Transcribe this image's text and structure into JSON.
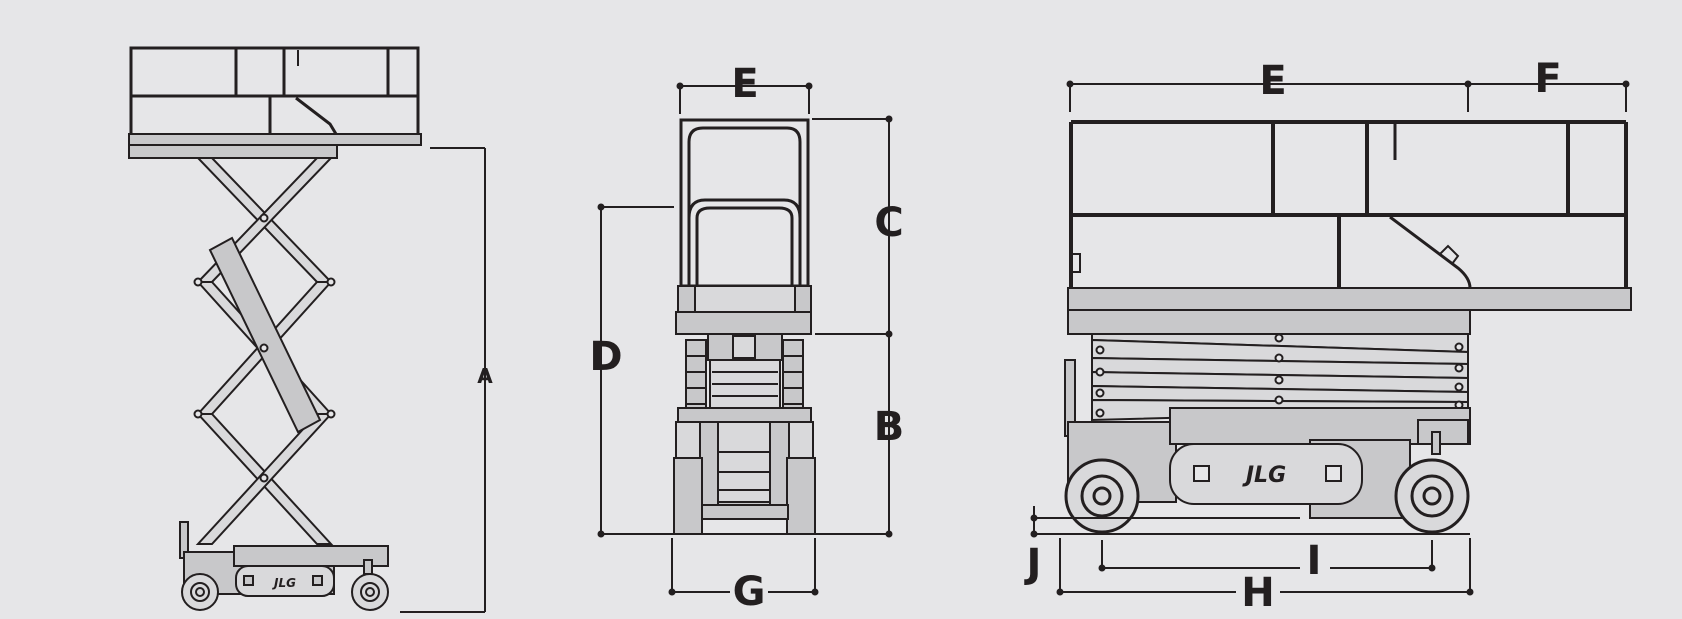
{
  "colors": {
    "background": "#e6e6e8",
    "line": "#231f20",
    "fill": "#c8c8ca",
    "fill_light": "#d9d9db"
  },
  "labels": {
    "A": "A",
    "B": "B",
    "C": "C",
    "D": "D",
    "E_front": "E",
    "E_side": "E",
    "F": "F",
    "G": "G",
    "H": "H",
    "I": "I",
    "J": "J"
  },
  "logo": {
    "small": "JLG",
    "large": "JLG"
  }
}
